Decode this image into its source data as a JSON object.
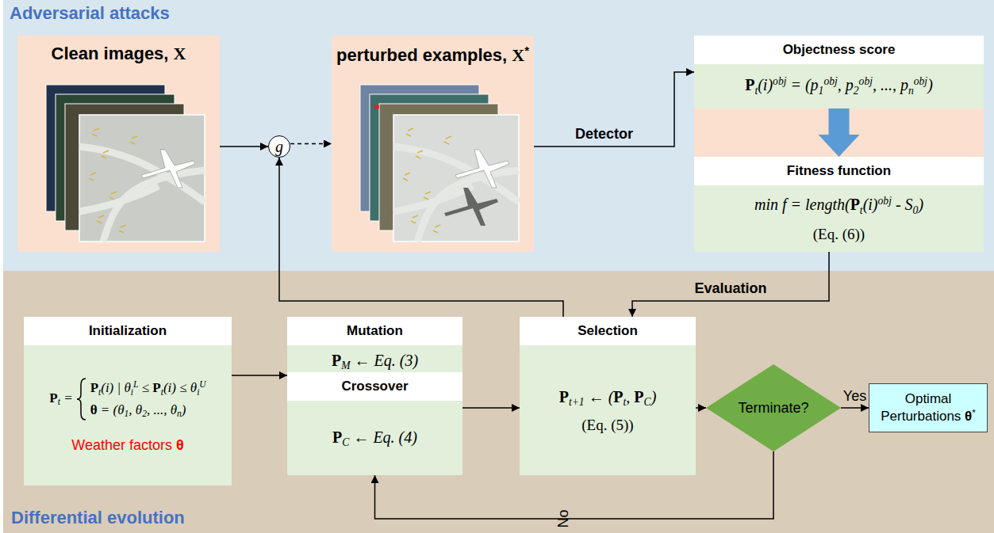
{
  "diagram": {
    "nodes": [
      {
        "text": [
          "Adversarial attacks"
        ]
      },
      {
        "text": [
          "Clean images, X"
        ],
        "in": 0
      },
      {
        "text": [
          "g"
        ],
        "in": 0
      },
      {
        "text": [
          "perturbed examples, X*"
        ],
        "in": 0
      },
      {
        "text": [
          "Objectness score",
          "Pt(i)obj = (p1obj, p2obj, ..., pnobj)"
        ],
        "in": 0
      },
      {
        "text": [
          "Fitness function",
          "min f = length(Pt(i)obj - S0)",
          "(Eq. (6))"
        ],
        "in": 0
      },
      {
        "text": [
          "Differential evolution"
        ]
      },
      {
        "text": [
          "Initialization",
          "Pt =",
          "Pt(i) | θiL ≤ Pt(i) ≤ θiU",
          "θ = (θ1, θ2, ..., θn)",
          "Weather factors θ"
        ],
        "in": 6
      },
      {
        "text": [
          "Mutation",
          "PM ← Eq. (3)"
        ],
        "in": 6
      },
      {
        "text": [
          "Crossover",
          "PC ← Eq. (4)"
        ],
        "in": 6
      },
      {
        "text": [
          "Selection",
          "Pt+1 ← (Pt, PC)",
          "(Eq. (5))"
        ],
        "in": 6
      },
      {
        "text": [
          "Terminate?"
        ],
        "in": 6
      },
      {
        "text": [
          "Optimal Perturbations θ*"
        ],
        "in": 6
      }
    ],
    "edges": [
      {
        "from": 1,
        "to": 2,
        "arrow": "to"
      },
      {
        "from": 2,
        "to": 3,
        "arrow": "to"
      },
      {
        "from": 3,
        "to": 4,
        "label": "Detector",
        "arrow": "to"
      },
      {
        "from": 4,
        "to": 5,
        "arrow": "to"
      },
      {
        "from": 5,
        "to": 10,
        "label": "Evaluation",
        "arrow": "to"
      },
      {
        "from": 10,
        "to": 2,
        "arrow": "to"
      },
      {
        "from": 7,
        "to": 8,
        "arrow": "to"
      },
      {
        "from": 9,
        "to": 10,
        "arrow": "to"
      },
      {
        "from": 10,
        "to": 11,
        "arrow": "to"
      },
      {
        "from": 11,
        "to": 12,
        "label": "Yes",
        "arrow": "to"
      },
      {
        "from": 11,
        "to": 9,
        "label": "No",
        "arrow": "to"
      }
    ]
  }
}
